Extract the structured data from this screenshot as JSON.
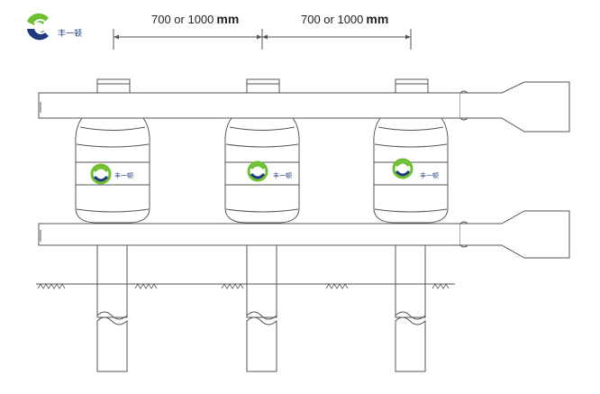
{
  "brand": {
    "name": "丰一顿",
    "green": "#6cbf2e",
    "blue": "#1f3a7a"
  },
  "dimensions": {
    "spacing_1": {
      "value": "700 or 1000",
      "unit": "mm"
    },
    "spacing_2": {
      "value": "700 or 1000",
      "unit": "mm"
    }
  },
  "roller_count": 3,
  "colors": {
    "line": "#555555",
    "background": "#ffffff"
  }
}
